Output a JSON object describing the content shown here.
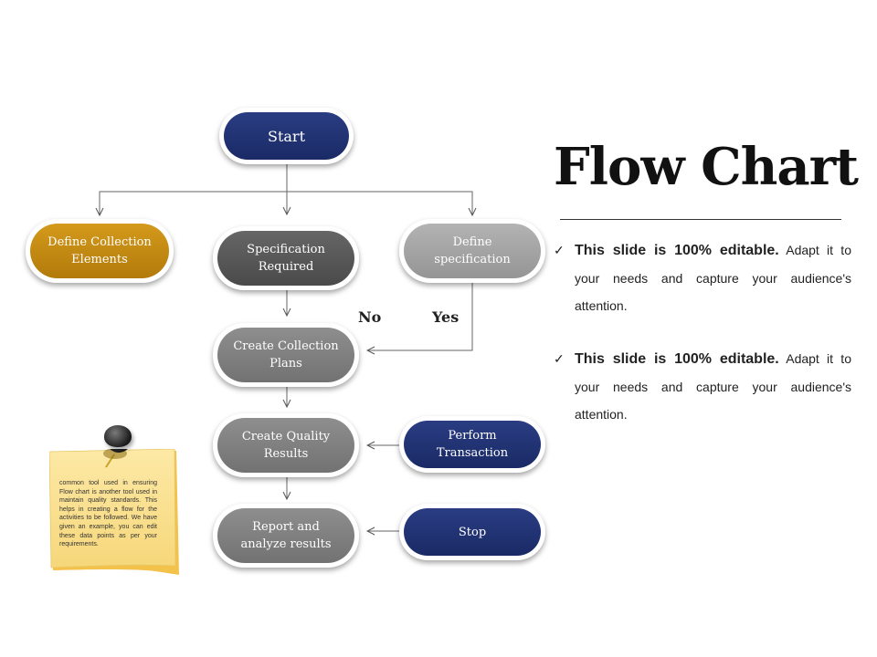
{
  "slide": {
    "title": "Flow Chart",
    "bullets": [
      {
        "check": "✓",
        "bold": "This slide is 100% editable.",
        "text": " Adapt it to your needs and capture your audience's attention."
      },
      {
        "check": "✓",
        "bold": "This slide is 100% editable.",
        "text": " Adapt it to your needs and capture your audience's attention."
      }
    ]
  },
  "flowchart": {
    "nodes": {
      "start": "Start",
      "define_collection": "Define Collection\nElements",
      "spec_required": "Specification\nRequired",
      "define_spec": "Define\nspecification",
      "create_collection": "Create Collection\nPlans",
      "create_quality": "Create Quality\nResults",
      "perform_transaction": "Perform\nTransaction",
      "report_analyze": "Report and\nanalyze results",
      "stop": "Stop"
    },
    "labels": {
      "no": "No",
      "yes": "Yes"
    }
  },
  "sticky_note": {
    "text": "common tool used in ensuring Flow chart is another tool used in maintain quality standards. This helps in creating a flow for the activities to be followed. We have given an example, you can edit these data points as per your requirements."
  },
  "colors": {
    "navy": "#1f2f6e",
    "gold": "#c48a12",
    "dark_gray": "#555555",
    "mid_gray": "#7f7f7f",
    "light_gray": "#a6a6a6",
    "note": "#fbe59a"
  }
}
